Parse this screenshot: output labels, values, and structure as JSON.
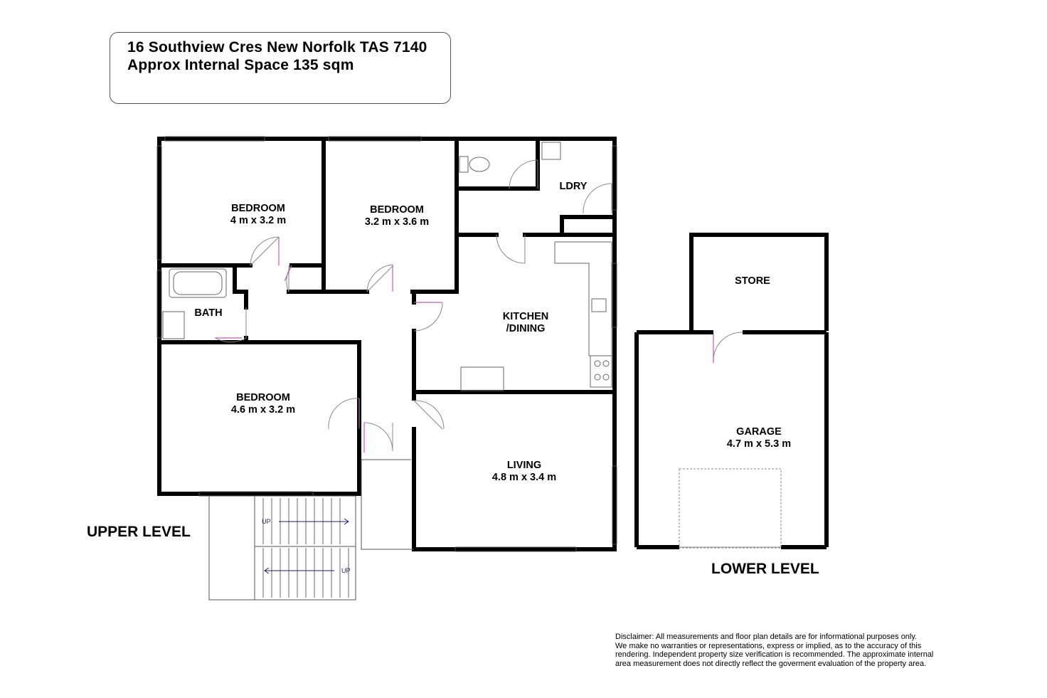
{
  "header": {
    "address": "16 Southview Cres New Norfolk TAS 7140",
    "space": "Approx Internal Space 135  sqm"
  },
  "rooms": {
    "bedroom1": {
      "name": "BEDROOM",
      "size": "4 m x 3.2 m"
    },
    "bedroom2": {
      "name": "BEDROOM",
      "size": "3.2 m x 3.6 m"
    },
    "bedroom3": {
      "name": "BEDROOM",
      "size": "4.6 m x 3.2 m"
    },
    "bath": {
      "name": "BATH"
    },
    "laundry": {
      "name": "LDRY"
    },
    "kitchen": {
      "name": "KITCHEN",
      "name2": "/DINING"
    },
    "living": {
      "name": "LIVING",
      "size": "4.8 m x 3.4 m"
    },
    "store": {
      "name": "STORE"
    },
    "garage": {
      "name": "GARAGE",
      "size": "4.7 m x 5.3 m"
    }
  },
  "levels": {
    "upper": "UPPER LEVEL",
    "lower": "LOWER LEVEL"
  },
  "stairs": {
    "up1": "UP",
    "up2": "UP"
  },
  "disclaimer": {
    "line1": "Disclaimer: All measurements and floor plan details are for informational purposes only.",
    "line2": "We  make no warranties or representations, express or implied, as to the accuracy of this",
    "line3": "rendering. Independent property size verification is recommended. The approximate internal",
    "line4": "area measurement does not directly reflect the goverment evaluation of the property area."
  },
  "colors": {
    "wall": "#000000",
    "door_swing": "#c05ab4",
    "stair_text": "#1a1a8c"
  }
}
